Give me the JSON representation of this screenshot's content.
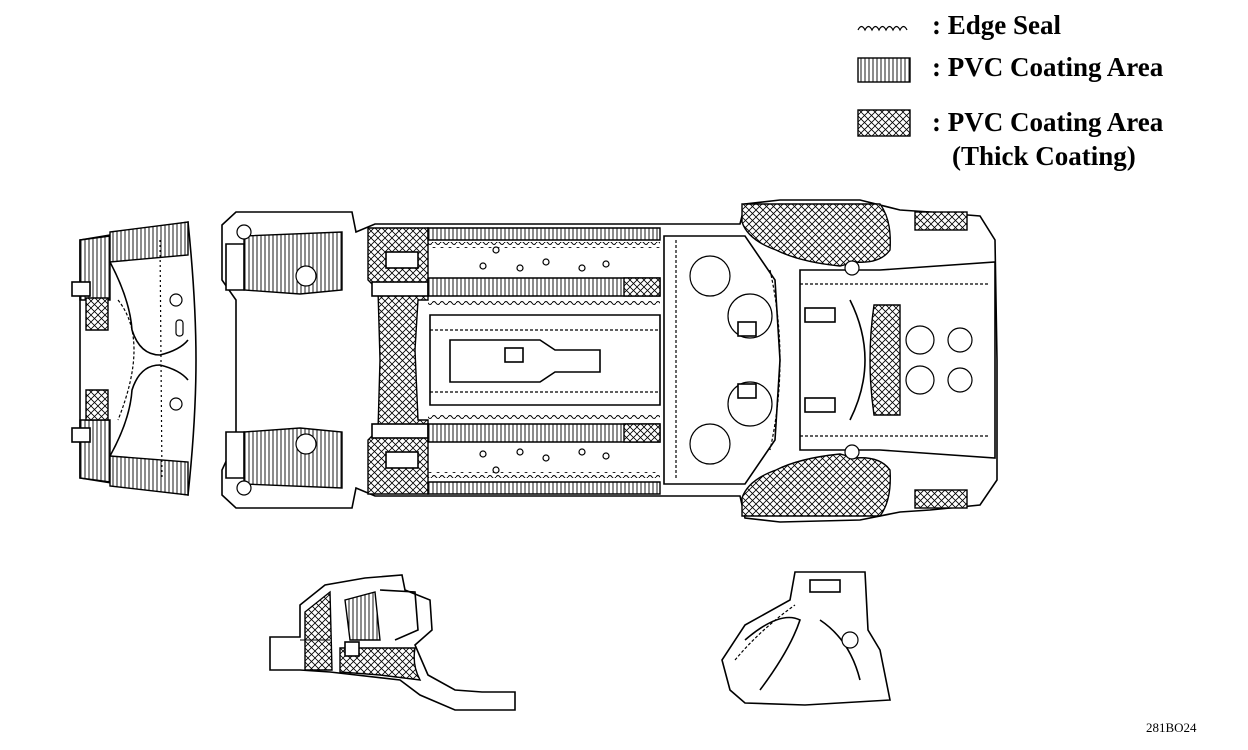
{
  "legend": {
    "edge_seal": ": Edge Seal",
    "pvc_coating": ": PVC Coating Area",
    "pvc_thick_line1": ": PVC Coating Area",
    "pvc_thick_line2": "(Thick Coating)"
  },
  "figure_code": "281BO24",
  "icons": {
    "edge_seal_symbol": "wavy-line-icon",
    "pvc_symbol": "vertical-hatch-swatch-icon",
    "pvc_thick_symbol": "cross-hatch-swatch-icon"
  },
  "colors": {
    "line": "#000000",
    "background": "#ffffff"
  }
}
